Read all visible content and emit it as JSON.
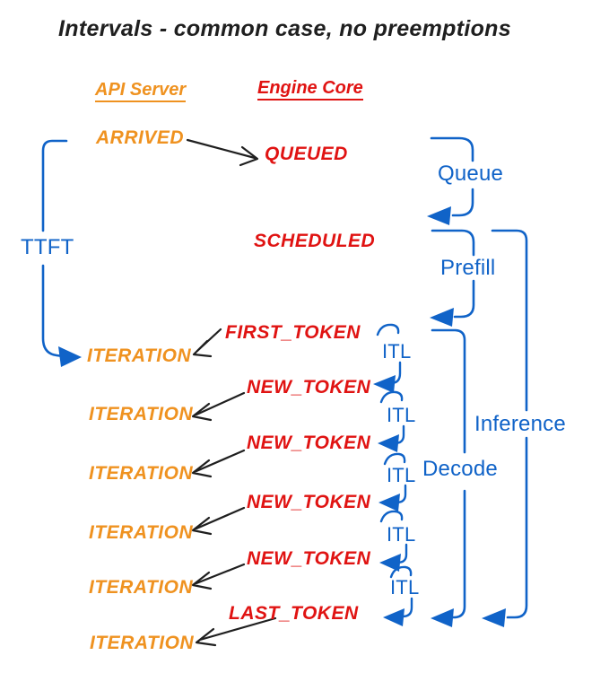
{
  "title": "Intervals - common case, no preemptions",
  "columns": {
    "api_server": "API Server",
    "engine_core": "Engine Core"
  },
  "events": {
    "arrived": "ARRIVED",
    "queued": "QUEUED",
    "scheduled": "SCHEDULED",
    "first_token": "FIRST_TOKEN",
    "new_token": "NEW_TOKEN",
    "last_token": "LAST_TOKEN",
    "iteration": "ITERATION"
  },
  "intervals": {
    "ttft": "TTFT",
    "queue": "Queue",
    "prefill": "Prefill",
    "itl": "ITL",
    "decode": "Decode",
    "inference": "Inference"
  },
  "colors": {
    "interval_blue": "#1063c8",
    "engine_red": "#e01312",
    "api_orange": "#ef9220",
    "ink": "#1f1f1f",
    "background": "#ffffff"
  }
}
